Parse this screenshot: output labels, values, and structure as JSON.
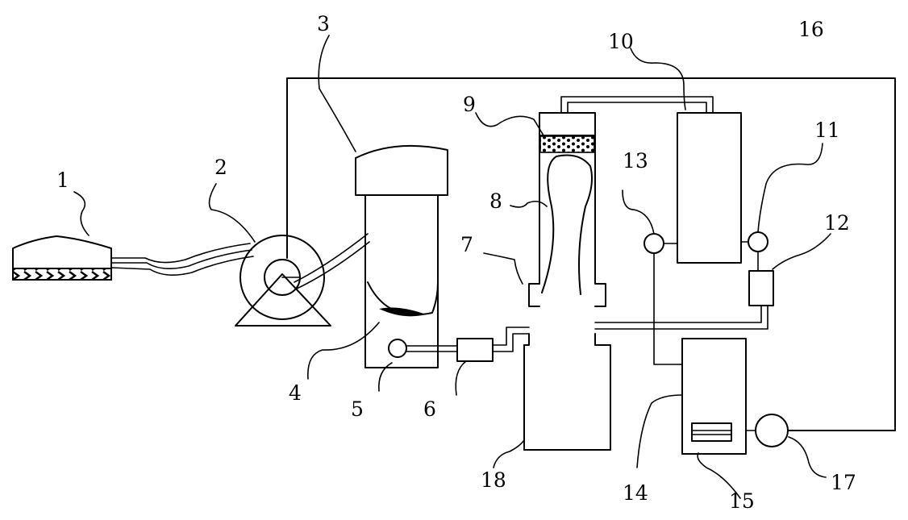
{
  "diagram": {
    "labels": {
      "l1": "1",
      "l2": "2",
      "l3": "3",
      "l4": "4",
      "l5": "5",
      "l6": "6",
      "l7": "7",
      "l8": "8",
      "l9": "9",
      "l10": "10",
      "l11": "11",
      "l12": "12",
      "l13": "13",
      "l14": "14",
      "l15": "15",
      "l16": "16",
      "l17": "17",
      "l18": "18"
    }
  }
}
